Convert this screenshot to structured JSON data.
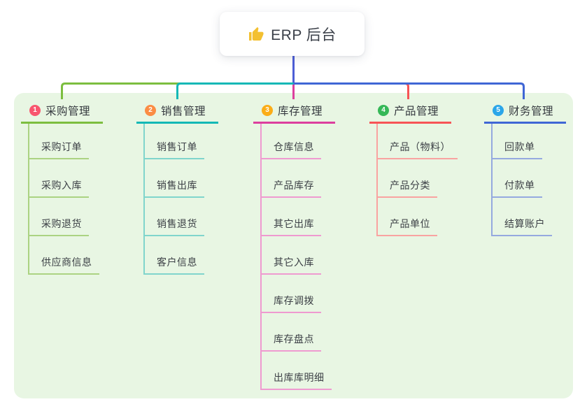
{
  "root": {
    "title": "ERP 后台",
    "icon": "thumbs-up-icon"
  },
  "colors": {
    "stem": "#4d5ed6",
    "panel_bg": "#e8f6e3",
    "thumb_icon": "#f3c031"
  },
  "branches": [
    {
      "num": "1",
      "title": "采购管理",
      "color": "#7cbe3f",
      "child_color": "#abd382",
      "badge_color": "#f8566e",
      "children": [
        "采购订单",
        "采购入库",
        "采购退货",
        "供应商信息"
      ]
    },
    {
      "num": "2",
      "title": "销售管理",
      "color": "#13b8b6",
      "child_color": "#80d5cc",
      "badge_color": "#fb8d44",
      "children": [
        "销售订单",
        "销售出库",
        "销售退货",
        "客户信息"
      ]
    },
    {
      "num": "3",
      "title": "库存管理",
      "color": "#dc3f9e",
      "child_color": "#ef9ad0",
      "badge_color": "#fbad18",
      "children": [
        "仓库信息",
        "产品库存",
        "其它出库",
        "其它入库",
        "库存调拨",
        "库存盘点",
        "出库库明细"
      ]
    },
    {
      "num": "4",
      "title": "产品管理",
      "color": "#f75456",
      "child_color": "#f9a3a1",
      "badge_color": "#35b857",
      "children": [
        "产品（物料）",
        "产品分类",
        "产品单位"
      ]
    },
    {
      "num": "5",
      "title": "财务管理",
      "color": "#3f66d5",
      "child_color": "#95a9df",
      "badge_color": "#2ba6e9",
      "children": [
        "回款单",
        "付款单",
        "结算账户"
      ]
    }
  ]
}
